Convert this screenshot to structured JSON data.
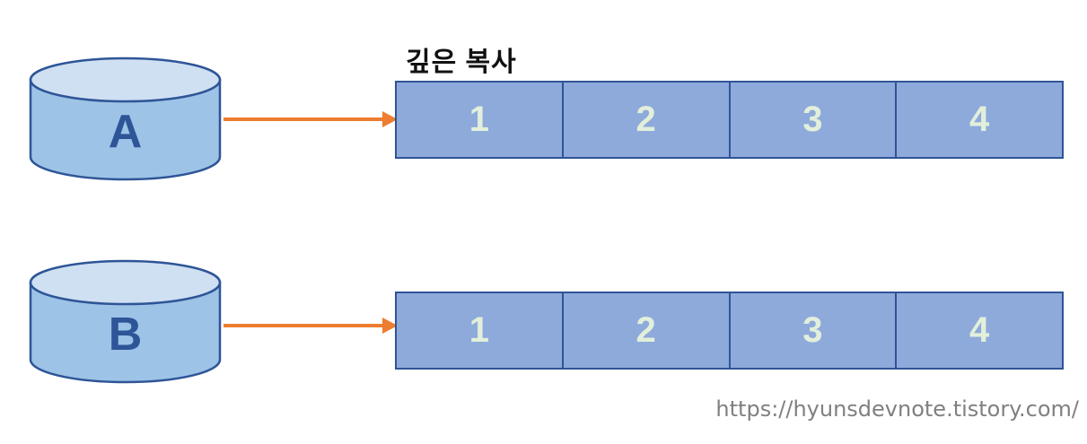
{
  "annotation": {
    "deep_copy_label": "깊은 복사"
  },
  "rows": [
    {
      "source_label": "A",
      "cells": [
        "1",
        "2",
        "3",
        "4"
      ]
    },
    {
      "source_label": "B",
      "cells": [
        "1",
        "2",
        "3",
        "4"
      ]
    }
  ],
  "footer": {
    "url": "https://hyunsdevnote.tistory.com/"
  },
  "colors": {
    "background": "#FFFFFF",
    "cylinder_fill": "#9DC3E6",
    "cylinder_top_fill": "#CFE0F2",
    "cylinder_border": "#2E5597",
    "cylinder_label": "#2E5597",
    "cell_fill": "#8EAADB",
    "cell_border": "#2F5496",
    "cell_text": "#E2EFDA",
    "arrow": "#ED7D31",
    "annotation_text": "#111111",
    "footer_text": "#808080"
  }
}
